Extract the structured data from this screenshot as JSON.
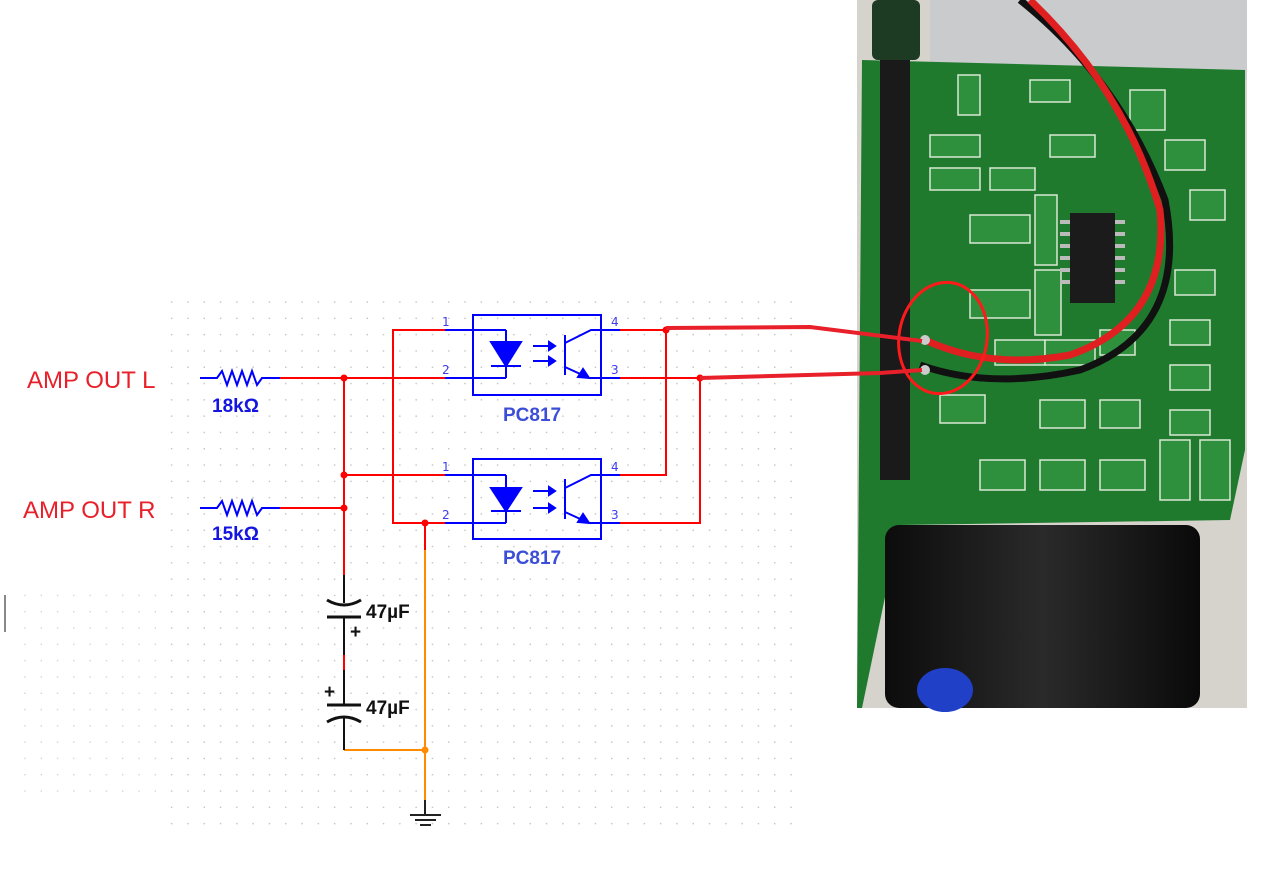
{
  "inputs": [
    {
      "label": "AMP OUT L",
      "resistor": "18kΩ"
    },
    {
      "label": "AMP OUT R",
      "resistor": "15kΩ"
    }
  ],
  "optocouplers": [
    {
      "part": "PC817",
      "pins": [
        "1",
        "2",
        "3",
        "4"
      ]
    },
    {
      "part": "PC817",
      "pins": [
        "1",
        "2",
        "3",
        "4"
      ]
    }
  ],
  "capacitors": [
    {
      "value": "47µF",
      "polarity_mark": "+"
    },
    {
      "value": "47µF",
      "polarity_mark": "+"
    }
  ],
  "ground": {
    "icon": "ground-symbol"
  },
  "photo": {
    "description_icon": "pcb-photo"
  },
  "colors": {
    "signal_wire": "#ff0000",
    "ground_wire": "#ff8c00",
    "component": "#0000ff",
    "label_red": "#e8202a",
    "pcb_green": "#1f7a2e"
  }
}
